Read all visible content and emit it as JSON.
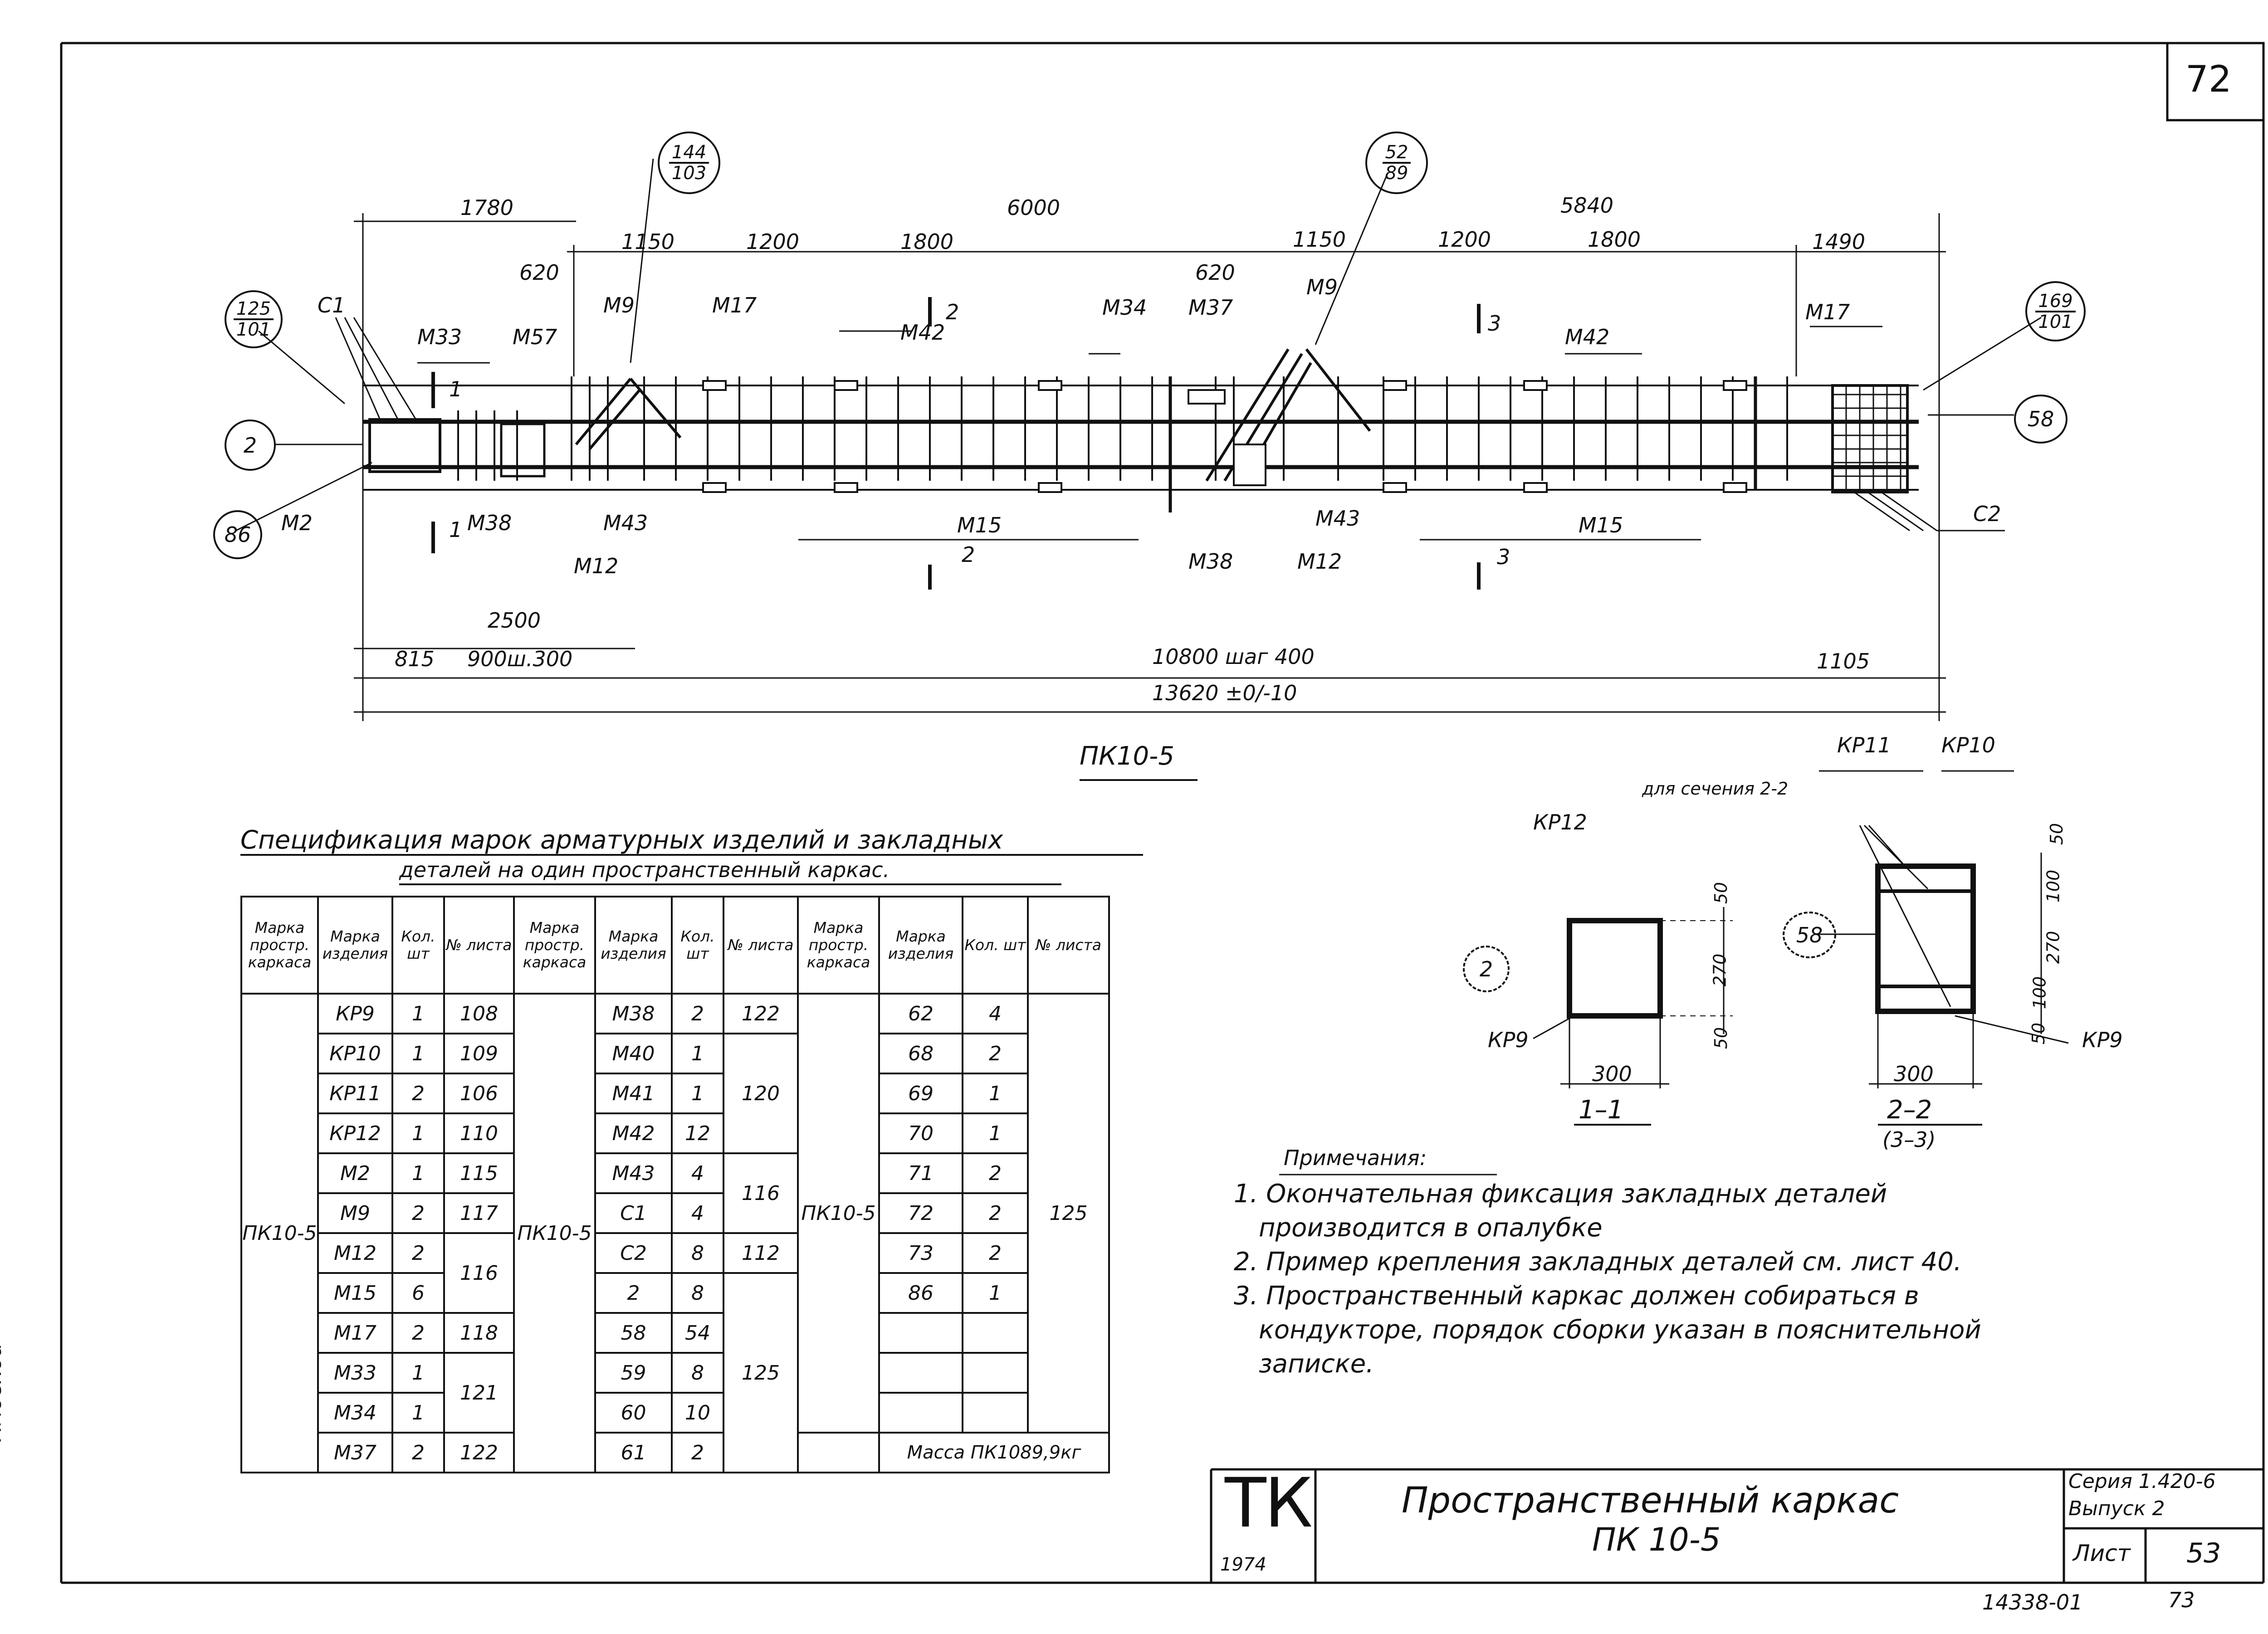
{
  "sheet_number": "72",
  "side_label": "Плоскоа",
  "elevation": {
    "top_dims": [
      "1780",
      "6000",
      "5840"
    ],
    "second_dims": [
      "1150",
      "1200",
      "1800",
      "1150",
      "1200",
      "1800",
      "1490"
    ],
    "small_dims": [
      "620",
      "620"
    ],
    "bottom_dims": [
      "2500",
      "815",
      "900ш.300",
      "10800 шаг 400",
      "1105",
      "13620 ±0/-10"
    ],
    "callouts": {
      "left_top_fraction": {
        "num": "144",
        "den": "103"
      },
      "mid_top_fraction": {
        "num": "52",
        "den": "89"
      },
      "left_fraction": {
        "num": "125",
        "den": "101"
      },
      "right_fraction": {
        "num": "169",
        "den": "101"
      },
      "left_circle_2": "2",
      "left_circle_86": "86",
      "right_circle_58": "58"
    },
    "marks": [
      "С1",
      "М33",
      "М57",
      "М9",
      "М17",
      "М42",
      "М34",
      "М37",
      "М9",
      "М42",
      "М17",
      "М2",
      "М38",
      "М43",
      "М12",
      "М15",
      "М38",
      "М12",
      "М43",
      "М15",
      "С2"
    ],
    "section_marks": [
      "1",
      "1",
      "2",
      "2",
      "3",
      "3"
    ],
    "title": "ПК10-5"
  },
  "sections": {
    "top_labels": [
      "КР11",
      "КР10"
    ],
    "note": "для сечения 2-2",
    "kp12": "КР12",
    "kp9_left": "КР9",
    "kp9_right": "КР9",
    "circle_2": "2",
    "circle_58": "58",
    "dims_left": [
      "50",
      "270",
      "50",
      "300"
    ],
    "dims_right": [
      "50",
      "100",
      "270",
      "100",
      "50",
      "300"
    ],
    "label_11": "1–1",
    "label_22": "2–2",
    "label_33": "(3–3)"
  },
  "spec": {
    "title_line1": "Спецификация марок арматурных изделий и закладных",
    "title_line2": "деталей на один пространственный каркас.",
    "headers": [
      "Марка простр. каркаса",
      "Марка изделия",
      "Кол. шт",
      "№ листа"
    ],
    "group1": {
      "frame": "ПК10-5",
      "rows": [
        [
          "КР9",
          "1",
          "108"
        ],
        [
          "КР10",
          "1",
          "109"
        ],
        [
          "КР11",
          "2",
          "106"
        ],
        [
          "КР12",
          "1",
          "110"
        ],
        [
          "М2",
          "1",
          "115"
        ],
        [
          "М9",
          "2",
          "117"
        ],
        [
          "М12",
          "2",
          ""
        ],
        [
          "М15",
          "6",
          "116"
        ],
        [
          "М17",
          "2",
          "118"
        ],
        [
          "М33",
          "1",
          ""
        ],
        [
          "М34",
          "1",
          "121"
        ],
        [
          "М37",
          "2",
          "122"
        ]
      ]
    },
    "group2": {
      "frame": "ПК10-5",
      "rows": [
        [
          "М38",
          "2",
          "122"
        ],
        [
          "М40",
          "1",
          ""
        ],
        [
          "М41",
          "1",
          "120"
        ],
        [
          "М42",
          "12",
          ""
        ],
        [
          "М43",
          "4",
          "116"
        ],
        [
          "С1",
          "4",
          ""
        ],
        [
          "С2",
          "8",
          "112"
        ],
        [
          "2",
          "8",
          ""
        ],
        [
          "58",
          "54",
          ""
        ],
        [
          "59",
          "8",
          "125"
        ],
        [
          "60",
          "10",
          ""
        ],
        [
          "61",
          "2",
          ""
        ]
      ]
    },
    "group3": {
      "frame": "ПК10-5",
      "sheet": "125",
      "rows": [
        [
          "62",
          "4"
        ],
        [
          "68",
          "2"
        ],
        [
          "69",
          "1"
        ],
        [
          "70",
          "1"
        ],
        [
          "71",
          "2"
        ],
        [
          "72",
          "2"
        ],
        [
          "73",
          "2"
        ],
        [
          "86",
          "1"
        ]
      ],
      "mass": "Масса ПК1089,9кг"
    }
  },
  "notes": {
    "heading": "Примечания:",
    "items": [
      "1. Окончательная фиксация закладных деталей",
      "производится в опалубке",
      "2. Пример крепления закладных деталей см. лист 40.",
      "3. Пространственный каркас должен собираться в",
      "кондукторе, порядок сборки указан в пояснительной",
      "записке."
    ]
  },
  "title_block": {
    "logo": "ТК",
    "year": "1974",
    "title_line1": "Пространственный каркас",
    "title_line2": "ПК 10-5",
    "series": "Серия 1.420-6",
    "issue": "Выпуск 2",
    "sheet_label": "Лист",
    "sheet": "53"
  },
  "footer": {
    "doc_code": "14338-01",
    "page": "73"
  }
}
